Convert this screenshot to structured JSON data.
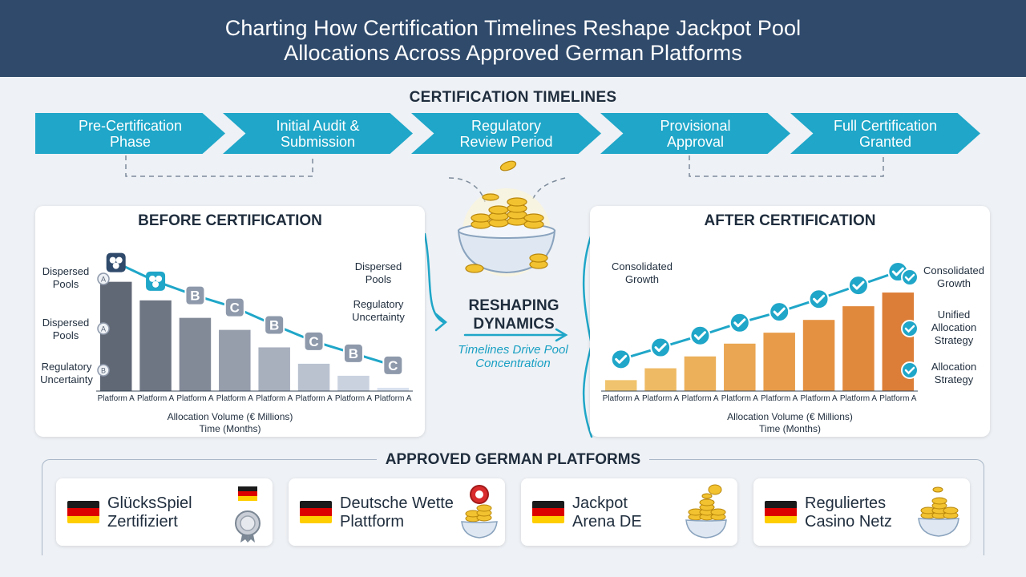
{
  "header": {
    "title_line1": "Charting How Certification Timelines Reshape Jackpot Pool",
    "title_line2": "Allocations Across Approved German Platforms"
  },
  "timeline": {
    "title": "CERTIFICATION TIMELINES",
    "steps": [
      "Pre-Certification Phase",
      "Initial Audit & Submission",
      "Regulatory Review Period",
      "Provisional Approval",
      "Full Certification Granted"
    ]
  },
  "center": {
    "title": "RESHAPING DYNAMICS",
    "subtitle": "Timelines Drive Pool Concentration"
  },
  "colors": {
    "header_bg": "#2f4a6b",
    "accent": "#1fa6c8",
    "before_bar": "#8e99ab",
    "after_bar": "#e3a04f",
    "flag_black": "#1a1a1a",
    "flag_red": "#dd0000",
    "flag_gold": "#ffce00"
  },
  "chart_data": [
    {
      "type": "bar",
      "title": "BEFORE CERTIFICATION",
      "xlabel": "Allocation Volume (€ Millions)",
      "ylabel": "Time (Months)",
      "categories": [
        "Platform A",
        "Platform A",
        "Platform A",
        "Platform A",
        "Platform A",
        "Platform A",
        "Platform A",
        "Platform A"
      ],
      "values": [
        100,
        83,
        67,
        56,
        40,
        25,
        14,
        3
      ],
      "ylim": [
        0,
        110
      ],
      "markers": [
        "people-icon",
        "people-icon",
        "B",
        "C",
        "B",
        "C",
        "B",
        "C"
      ],
      "side_labels_left": [
        "Dispersed Pools",
        "Dispersed Pools",
        "Regulatory Uncertainty"
      ],
      "side_markers_left": [
        "A",
        "A",
        "B"
      ],
      "side_labels_right": [
        "Dispersed Pools",
        "Regulatory Uncertainty"
      ],
      "grid": false,
      "legend": "none"
    },
    {
      "type": "bar",
      "title": "AFTER CERTIFICATION",
      "xlabel": "Allocation Volume (€ Millions)",
      "ylabel": "Time (Months)",
      "categories": [
        "Platform A",
        "Platform A",
        "Platform A",
        "Platform A",
        "Platform A",
        "Platform A",
        "Platform A",
        "Platform A"
      ],
      "values": [
        12,
        25,
        38,
        52,
        64,
        78,
        93,
        108
      ],
      "ylim": [
        0,
        130
      ],
      "markers": [
        "check-icon",
        "check-icon",
        "check-icon",
        "check-icon",
        "check-icon",
        "check-icon",
        "check-icon",
        "check-icon"
      ],
      "side_labels_left": [
        "Consolidated Growth"
      ],
      "side_labels_right": [
        "Consolidated Growth",
        "Unified Allocation Strategy",
        "Allocation Strategy"
      ],
      "grid": false,
      "legend": "none"
    }
  ],
  "platforms": {
    "title": "APPROVED GERMAN PLATFORMS",
    "items": [
      {
        "name_line1": "GlücksSpiel",
        "name_line2": "Zertifiziert",
        "badge": "seal-flag-icon"
      },
      {
        "name_line1": "Deutsche Wette",
        "name_line2": "Plattform",
        "badge": "coin-bowl-icon"
      },
      {
        "name_line1": "Jackpot",
        "name_line2": "Arena DE",
        "badge": "coin-bowl-icon"
      },
      {
        "name_line1": "Reguliertes",
        "name_line2": "Casino Netz",
        "badge": "coin-bowl-icon"
      }
    ]
  }
}
